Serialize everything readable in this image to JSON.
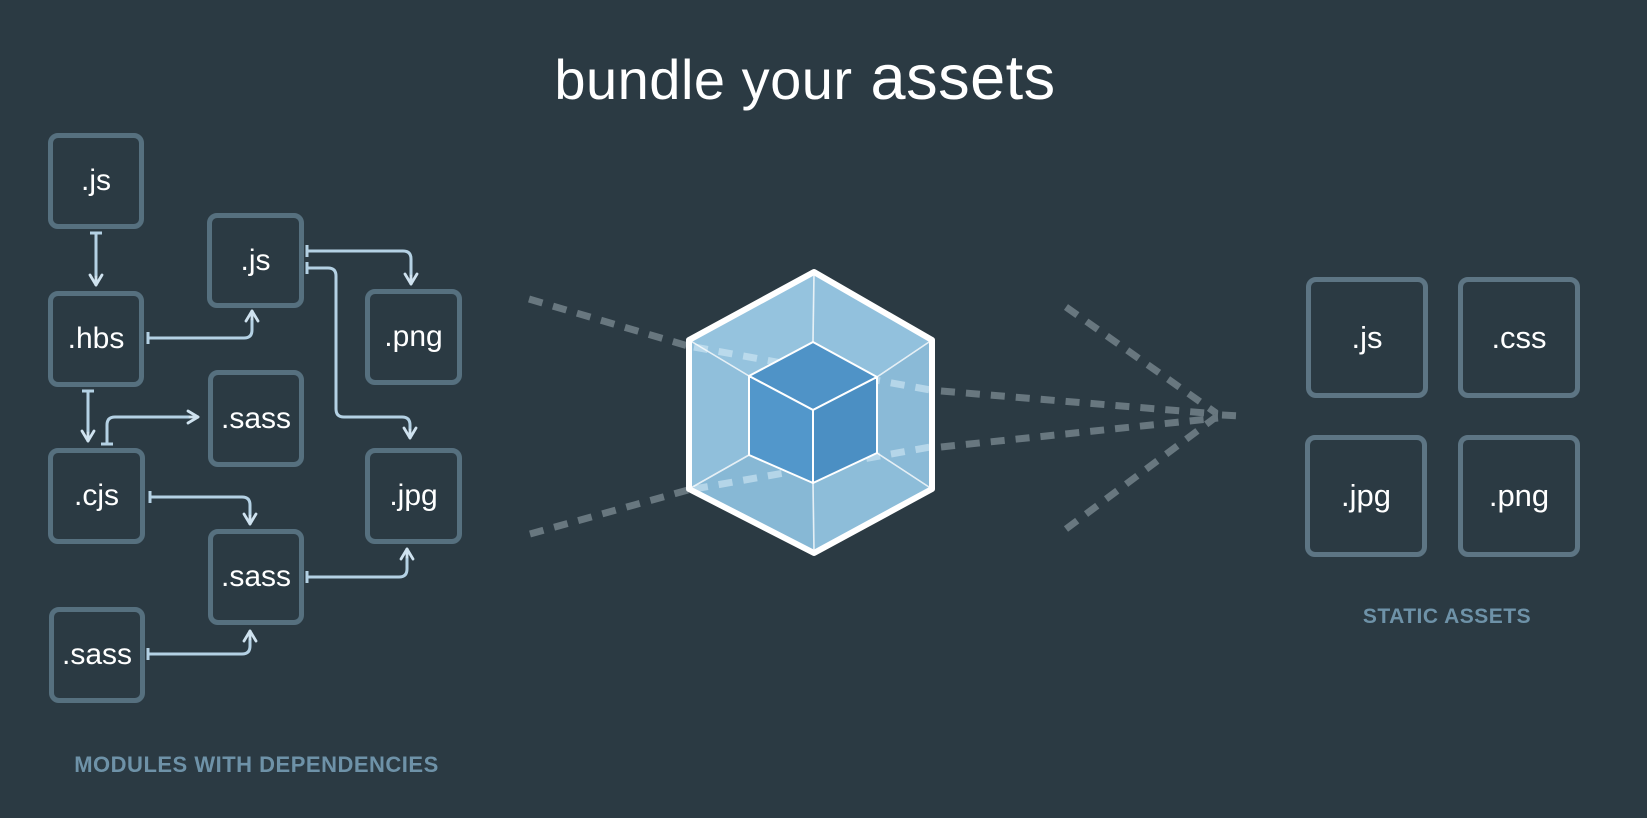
{
  "title": {
    "prefix": "bundle your",
    "highlight": "assets"
  },
  "modules": {
    "caption": "MODULES WITH DEPENDENCIES",
    "boxes": [
      {
        "id": "js-1",
        "label": ".js"
      },
      {
        "id": "js-2",
        "label": ".js"
      },
      {
        "id": "hbs",
        "label": ".hbs"
      },
      {
        "id": "png",
        "label": ".png"
      },
      {
        "id": "sass-1",
        "label": ".sass"
      },
      {
        "id": "cjs",
        "label": ".cjs"
      },
      {
        "id": "jpg",
        "label": ".jpg"
      },
      {
        "id": "sass-2",
        "label": ".sass"
      },
      {
        "id": "sass-3",
        "label": ".sass"
      }
    ]
  },
  "assets": {
    "caption": "STATIC ASSETS",
    "boxes": [
      {
        "id": "js",
        "label": ".js"
      },
      {
        "id": "css",
        "label": ".css"
      },
      {
        "id": "jpg",
        "label": ".jpg"
      },
      {
        "id": "png",
        "label": ".png"
      }
    ]
  },
  "icons": {
    "center": "webpack-cube-icon",
    "flow": "dashed-flow-arrow"
  },
  "colors": {
    "background": "#2b3a43",
    "box_border": "#56707f",
    "box_text": "#ffffff",
    "connector": "#b4d1e4",
    "dashed_line": "#68777f",
    "caption_text": "#6e92a8",
    "cube_outline": "#ffffff",
    "cube_face_light": "#92c1dd",
    "cube_face_dark": "#87b8d5",
    "inner_cube": "#4f93c7"
  }
}
